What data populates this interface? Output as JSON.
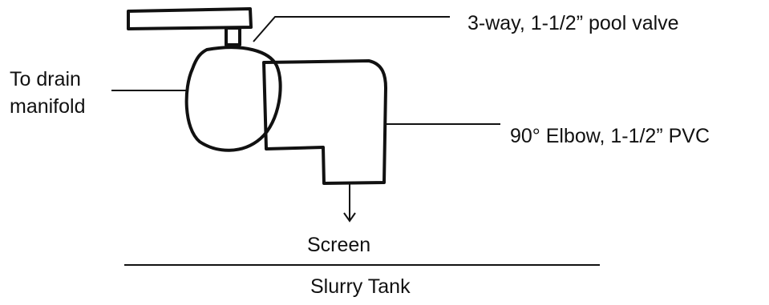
{
  "labels": {
    "valve": "3-way, 1-1/2” pool valve",
    "drain_line1": "To drain",
    "drain_line2": "manifold",
    "elbow": "90° Elbow, 1-1/2” PVC",
    "screen": "Screen",
    "tank": "Slurry Tank"
  },
  "colors": {
    "ink": "#111111",
    "background": "#ffffff"
  }
}
